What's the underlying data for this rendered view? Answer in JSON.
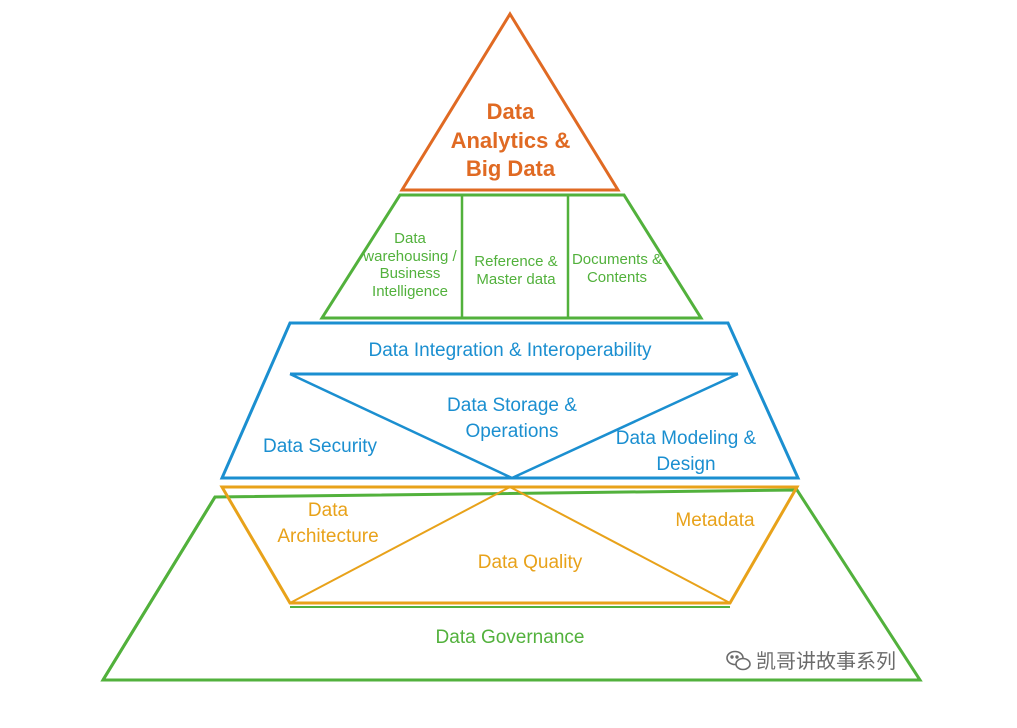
{
  "colors": {
    "orange": "#e06a23",
    "green": "#52b13c",
    "blue": "#1b8fd0",
    "gold": "#e8a21a",
    "watermark": "#6b6b6b"
  },
  "pyramid": {
    "top": {
      "label": "Data Analytics & Big Data"
    },
    "green_tier": {
      "cells": [
        "Data warehousing / Business Intelligence",
        "Reference & Master data",
        "Documents & Contents"
      ]
    },
    "blue_tier": {
      "band": "Data Integration & Interoperability",
      "left": "Data Security",
      "center": "Data Storage & Operations",
      "right": "Data Modeling & Design"
    },
    "gold_tier": {
      "left": "Data Architecture",
      "center": "Data Quality",
      "right": "Metadata"
    },
    "base": {
      "label": "Data Governance"
    }
  },
  "watermark": {
    "text": "凯哥讲故事系列",
    "icon": "wechat-icon"
  }
}
